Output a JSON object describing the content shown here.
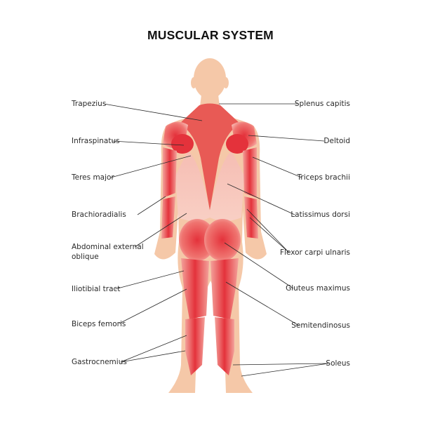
{
  "title": "MUSCULAR SYSTEM",
  "colors": {
    "skin": "#f5c8a8",
    "muscle_dark": "#e4323b",
    "muscle_light": "#f7b3ac",
    "line": "#2a2a2a"
  },
  "labels_left": [
    {
      "id": "trapezius",
      "text": "Trapezius"
    },
    {
      "id": "infraspinatus",
      "text": "Infraspinatus"
    },
    {
      "id": "teres-major",
      "text": "Teres major"
    },
    {
      "id": "brachioradialis",
      "text": "Brachioradialis"
    },
    {
      "id": "abdominal-external-oblique",
      "text": "Abdominal external",
      "text2": "oblique"
    },
    {
      "id": "iliotibial-tract",
      "text": "Iliotibial tract"
    },
    {
      "id": "biceps-femoris",
      "text": "Biceps femoris"
    },
    {
      "id": "gastrocnemius",
      "text": "Gastrocnemius"
    }
  ],
  "labels_right": [
    {
      "id": "splenus-capitis",
      "text": "Splenus capitis"
    },
    {
      "id": "deltoid",
      "text": "Deltoid"
    },
    {
      "id": "triceps-brachii",
      "text": "Triceps brachii"
    },
    {
      "id": "latissimus-dorsi",
      "text": "Latissimus dorsi"
    },
    {
      "id": "flexor-carpi-ulnaris",
      "text": "Flexor carpi ulnaris"
    },
    {
      "id": "gluteus-maximus",
      "text": "Gluteus maximus"
    },
    {
      "id": "semitendinosus",
      "text": "Semitendinosus"
    },
    {
      "id": "soleus",
      "text": "Soleus"
    }
  ]
}
